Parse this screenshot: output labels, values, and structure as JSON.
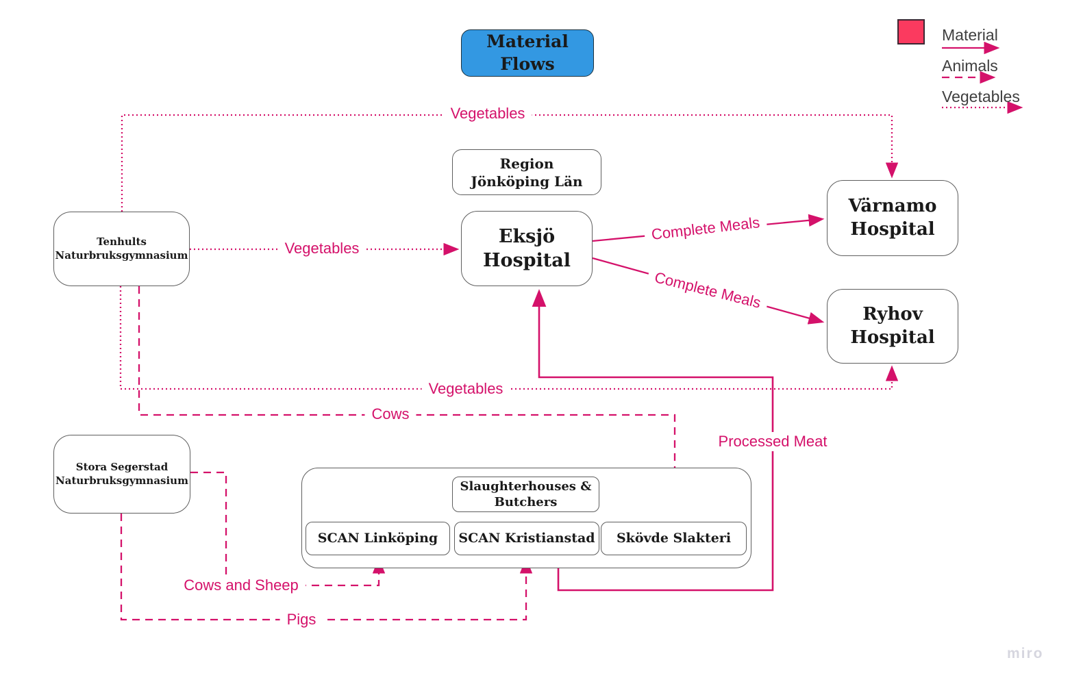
{
  "title": {
    "label": "Material Flows"
  },
  "colors": {
    "flow_pink": "#d4116a",
    "legend_square": "#fb3a5f",
    "title_blue": "#3398e2"
  },
  "legend": {
    "items": [
      {
        "label": "Material",
        "style": "solid"
      },
      {
        "label": "Animals",
        "style": "dashed"
      },
      {
        "label": "Vegetables",
        "style": "dotted"
      }
    ]
  },
  "nodes": {
    "region": {
      "label": "Region\nJönköping Län"
    },
    "eksjo": {
      "label": "Eksjö\nHospital"
    },
    "varnamo": {
      "label": "Värnamo\nHospital"
    },
    "ryhov": {
      "label": "Ryhov\nHospital"
    },
    "tenhults": {
      "label": "Tenhults\nNaturbruksgymnasium"
    },
    "stora_segerstad": {
      "label": "Stora Segerstad\nNaturbruksgymnasium"
    },
    "slaughterhouses": {
      "label": "Slaughterhouses &\nButchers"
    },
    "scan_linkoping": {
      "label": "SCAN Linköping"
    },
    "scan_kristianstad": {
      "label": "SCAN Kristianstad"
    },
    "skovde_slakteri": {
      "label": "Skövde Slakteri"
    }
  },
  "flows": {
    "vegetables_top": "Vegetables",
    "vegetables_mid": "Vegetables",
    "vegetables_bottom": "Vegetables",
    "cows": "Cows",
    "complete_meals_varnamo": "Complete Meals",
    "complete_meals_ryhov": "Complete Meals",
    "processed_meat": "Processed Meat",
    "cows_and_sheep": "Cows and Sheep",
    "pigs": "Pigs"
  },
  "watermark": "miro"
}
